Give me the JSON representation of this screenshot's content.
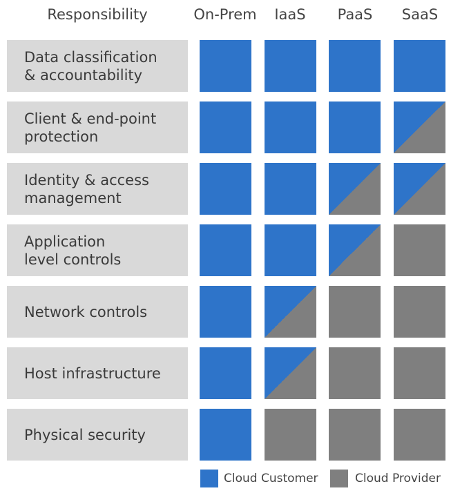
{
  "header": {
    "responsibility": "Responsibility",
    "columns": [
      "On-Prem",
      "IaaS",
      "PaaS",
      "SaaS"
    ]
  },
  "colors": {
    "customer": "#2e74c9",
    "provider": "#7f7f7f",
    "label_bg": "#d9d9d9"
  },
  "rows": [
    {
      "label": "Data classification\n& accountability",
      "cells": [
        "customer",
        "customer",
        "customer",
        "customer"
      ]
    },
    {
      "label": "Client & end-point\nprotection",
      "cells": [
        "customer",
        "customer",
        "customer",
        "shared"
      ]
    },
    {
      "label": "Identity & access\nmanagement",
      "cells": [
        "customer",
        "customer",
        "shared",
        "shared"
      ]
    },
    {
      "label": "Application\nlevel controls",
      "cells": [
        "customer",
        "customer",
        "shared",
        "provider"
      ]
    },
    {
      "label": "Network controls",
      "cells": [
        "customer",
        "shared",
        "provider",
        "provider"
      ]
    },
    {
      "label": "Host infrastructure",
      "cells": [
        "customer",
        "shared",
        "provider",
        "provider"
      ]
    },
    {
      "label": "Physical security",
      "cells": [
        "customer",
        "provider",
        "provider",
        "provider"
      ]
    }
  ],
  "legend": {
    "customer_label": "Cloud Customer",
    "provider_label": "Cloud Provider"
  }
}
